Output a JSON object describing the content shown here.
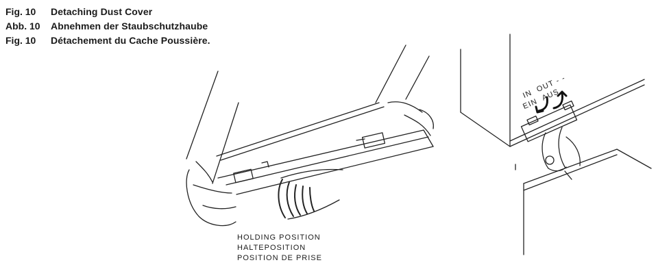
{
  "captions": [
    {
      "number": "Fig. 10",
      "text": "Detaching Dust Cover"
    },
    {
      "number": "Abb. 10",
      "text": "Abnehmen der Staubschutzhaube"
    },
    {
      "number": "Fig. 10",
      "text": "Détachement du Cache Poussière."
    }
  ],
  "holding_position": {
    "en": "HOLDING POSITION",
    "de": "HALTEPOSITION",
    "fr": "POSITION DE PRISE"
  },
  "hinge_labels": {
    "in": "IN",
    "out": "OUT",
    "ein": "EIN",
    "aus": "AUS"
  }
}
